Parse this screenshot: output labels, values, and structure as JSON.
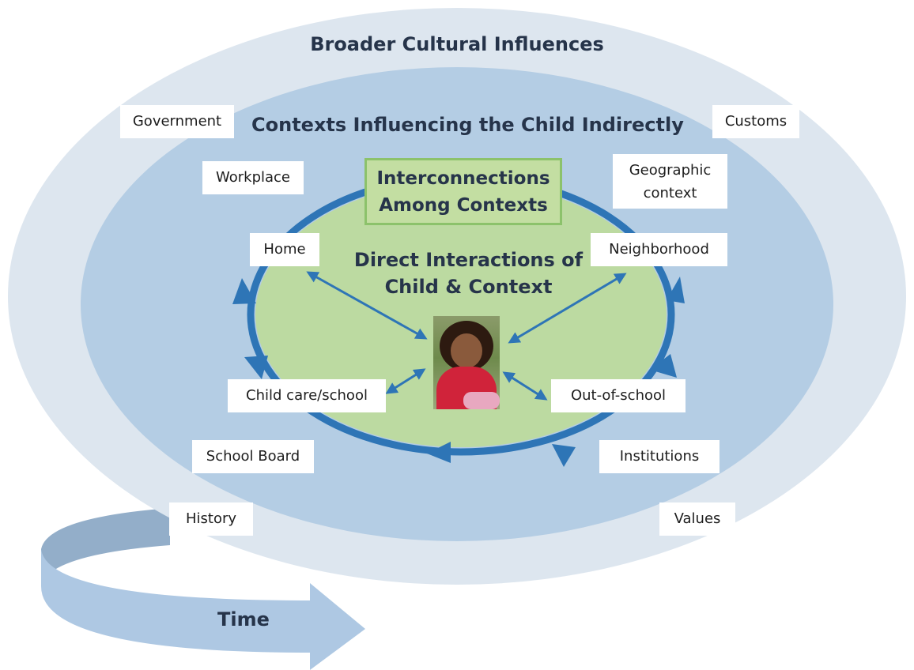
{
  "headings": {
    "outer": "Broader Cultural Influences",
    "middle": "Contexts Influencing the Child Indirectly",
    "inner": "Direct Interactions of Child & Context",
    "interconnections": "Interconnections Among Contexts"
  },
  "outer_labels": {
    "government": "Government",
    "customs": "Customs",
    "history": "History",
    "values": "Values"
  },
  "middle_labels": {
    "workplace": "Workplace",
    "geographic_line1": "Geographic",
    "geographic_line2": "context",
    "school_board": "School Board",
    "institutions": "Institutions"
  },
  "inner_labels": {
    "home": "Home",
    "neighborhood": "Neighborhood",
    "child_care_school": "Child care/school",
    "out_of_school": "Out-of-school"
  },
  "time": {
    "label": "Time"
  },
  "colors": {
    "outer_ring": "#dde6ef",
    "middle_ring": "#b4cde4",
    "inner_fill": "#bcdaa1",
    "cycle_arrow": "#2e75b6",
    "time_arrow": "#aec8e3",
    "interconnect_border": "#8cc26b",
    "heading_text": "#26344a"
  },
  "icons": {
    "child_photo": "child-photo",
    "time_arrow": "curved-arrow-right"
  }
}
